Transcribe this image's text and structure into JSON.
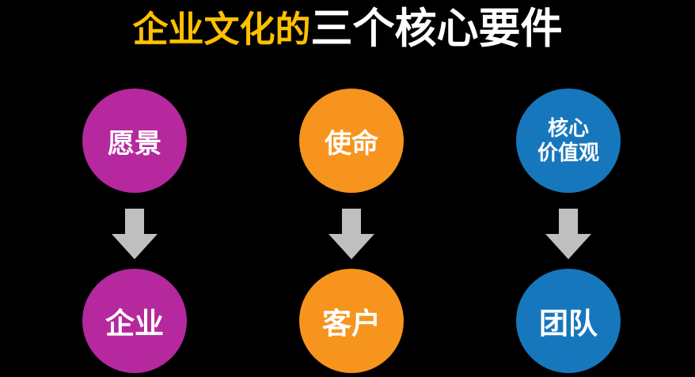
{
  "title": {
    "highlight": "企业文化的",
    "rest": "三个核心要件"
  },
  "arrow": {
    "color": "#bfbfbf"
  },
  "columns": [
    {
      "top": "愿景",
      "bottom": "企业",
      "color": "#b5289e"
    },
    {
      "top": "使命",
      "bottom": "客户",
      "color": "#f7941d"
    },
    {
      "top_line1": "核心",
      "top_line2": "价值观",
      "bottom": "团队",
      "color": "#1777bd"
    }
  ],
  "colors": {
    "background": "#000000",
    "title_highlight": "#ffc000",
    "title_rest": "#ffffff",
    "circle_text": "#ffffff"
  }
}
